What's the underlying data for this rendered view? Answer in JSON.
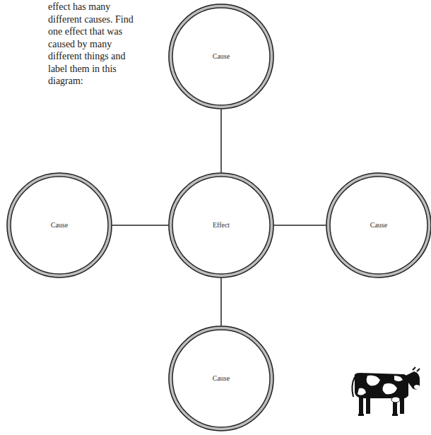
{
  "diagram": {
    "nodes": [
      {
        "text": [
          "Cause"
        ]
      },
      {
        "text": [
          "Cause"
        ]
      },
      {
        "text": [
          "Effect"
        ]
      },
      {
        "text": [
          "Cause"
        ]
      },
      {
        "text": [
          "Cause"
        ]
      }
    ],
    "edges": [
      {
        "from": 2,
        "to": 0,
        "arrow": "none"
      },
      {
        "from": 2,
        "to": 1,
        "arrow": "none"
      },
      {
        "from": 2,
        "to": 3,
        "arrow": "none"
      },
      {
        "from": 2,
        "to": 4,
        "arrow": "none"
      }
    ],
    "labels": [
      "effect has many different causes. Find one effect that was caused by many different things and label them in this diagram:"
    ]
  }
}
